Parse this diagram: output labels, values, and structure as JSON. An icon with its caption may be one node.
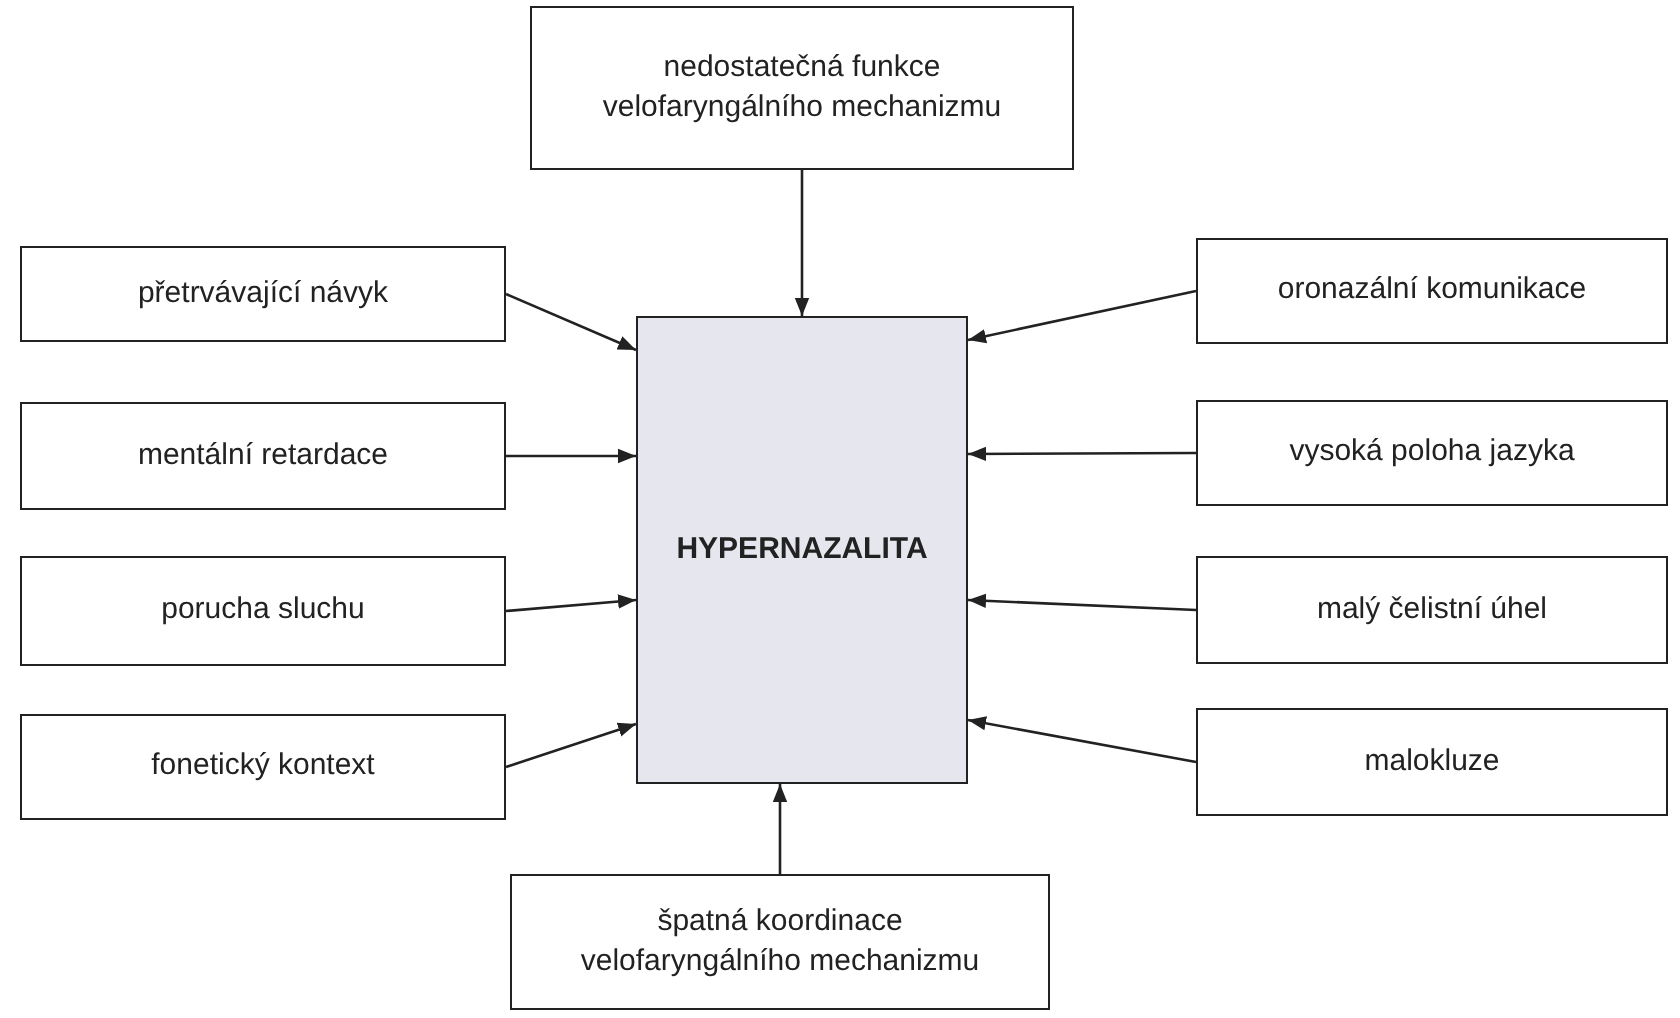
{
  "diagram": {
    "nodes": [
      {
        "text": [
          "nedostatečná funkce velofaryngálního mechanizmu"
        ]
      },
      {
        "text": [
          "přetrvávající návyk"
        ]
      },
      {
        "text": [
          "HYPERNAZALITA"
        ]
      },
      {
        "text": [
          "oronazální komunikace"
        ]
      },
      {
        "text": [
          "mentální retardace"
        ]
      },
      {
        "text": [
          "vysoká poloha jazyka"
        ]
      },
      {
        "text": [
          "porucha sluchu"
        ]
      },
      {
        "text": [
          "malý čelistní úhel"
        ]
      },
      {
        "text": [
          "fonetický kontext"
        ]
      },
      {
        "text": [
          "malokluze"
        ]
      },
      {
        "text": [
          "špatná koordinace velofaryngálního mechanizmu"
        ]
      }
    ],
    "edges": [
      {
        "from": 0,
        "to": 2,
        "arrow": "to"
      },
      {
        "from": 1,
        "to": 2,
        "arrow": "to"
      },
      {
        "from": 3,
        "to": 2,
        "arrow": "to"
      },
      {
        "from": 4,
        "to": 2,
        "arrow": "to"
      },
      {
        "from": 5,
        "to": 2,
        "arrow": "to"
      },
      {
        "from": 6,
        "to": 2,
        "arrow": "to"
      },
      {
        "from": 7,
        "to": 2,
        "arrow": "to"
      },
      {
        "from": 8,
        "to": 2,
        "arrow": "to"
      },
      {
        "from": 9,
        "to": 2,
        "arrow": "to"
      },
      {
        "from": 10,
        "to": 2,
        "arrow": "to"
      }
    ]
  }
}
